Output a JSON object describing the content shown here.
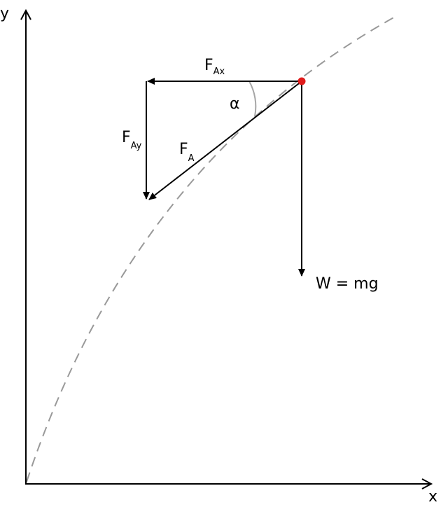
{
  "axes": {
    "x_label": "x",
    "y_label": "y"
  },
  "forces": {
    "fax": {
      "main": "F",
      "sub": "Ax"
    },
    "fay": {
      "main": "F",
      "sub": "Ay"
    },
    "fa": {
      "main": "F",
      "sub": "A"
    },
    "weight": "W = mg"
  },
  "angle_label": "α",
  "colors": {
    "vector": "#000000",
    "trajectory": "#999999",
    "angle_arc": "#a6a6a6",
    "point": "#e01b1b"
  }
}
